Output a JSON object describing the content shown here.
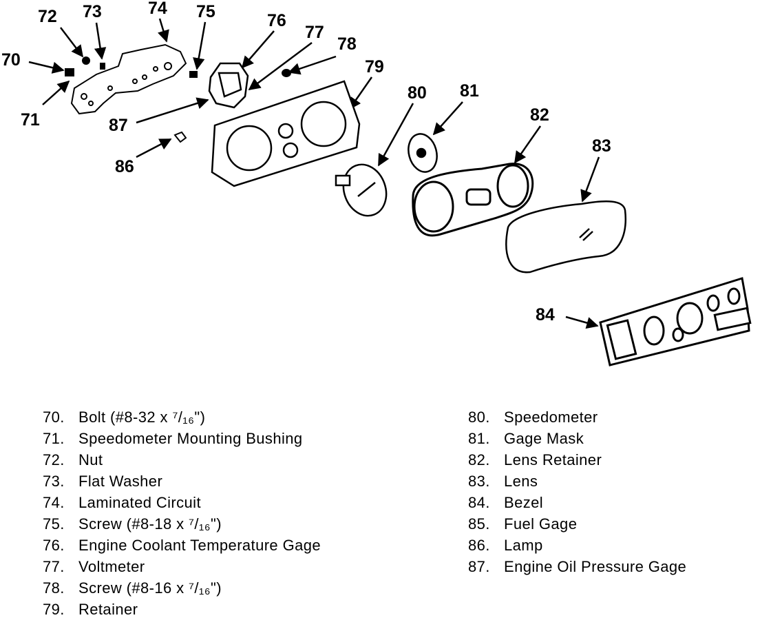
{
  "callouts": {
    "c70": "70",
    "c71": "71",
    "c72": "72",
    "c73": "73",
    "c74": "74",
    "c75": "75",
    "c76": "76",
    "c77": "77",
    "c78": "78",
    "c79": "79",
    "c80": "80",
    "c81": "81",
    "c82": "82",
    "c83": "83",
    "c84": "84",
    "c86": "86",
    "c87": "87"
  },
  "legend": {
    "left": [
      {
        "num": "70.",
        "label": "Bolt (#8-32 x ⁷/₁₆\")"
      },
      {
        "num": "71.",
        "label": "Speedometer Mounting Bushing"
      },
      {
        "num": "72.",
        "label": "Nut"
      },
      {
        "num": "73.",
        "label": "Flat Washer"
      },
      {
        "num": "74.",
        "label": "Laminated Circuit"
      },
      {
        "num": "75.",
        "label": "Screw (#8-18 x ⁷/₁₆\")"
      },
      {
        "num": "76.",
        "label": "Engine Coolant Temperature Gage"
      },
      {
        "num": "77.",
        "label": "Voltmeter"
      },
      {
        "num": "78.",
        "label": "Screw (#8-16 x ⁷/₁₆\")"
      },
      {
        "num": "79.",
        "label": "Retainer"
      }
    ],
    "right": [
      {
        "num": "80.",
        "label": "Speedometer"
      },
      {
        "num": "81.",
        "label": "Gage Mask"
      },
      {
        "num": "82.",
        "label": "Lens Retainer"
      },
      {
        "num": "83.",
        "label": "Lens"
      },
      {
        "num": "84.",
        "label": "Bezel"
      },
      {
        "num": "85.",
        "label": "Fuel Gage"
      },
      {
        "num": "86.",
        "label": "Lamp"
      },
      {
        "num": "87.",
        "label": "Engine Oil Pressure Gage"
      }
    ]
  }
}
